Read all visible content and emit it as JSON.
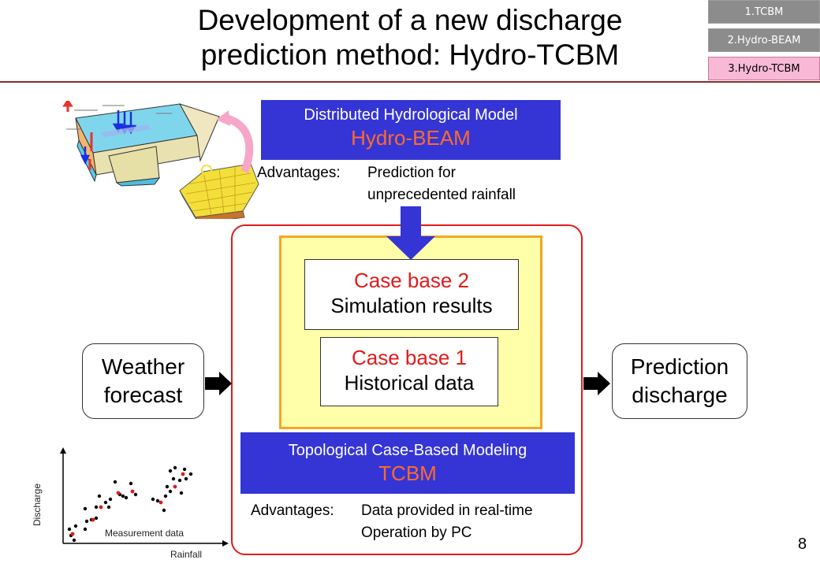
{
  "title": {
    "line1": "Development of a new discharge",
    "line2": "prediction method: Hydro-TCBM"
  },
  "nav": [
    {
      "label": "1.TCBM",
      "active": false
    },
    {
      "label": "2.Hydro-BEAM",
      "active": false
    },
    {
      "label": "3.Hydro-TCBM",
      "active": true
    }
  ],
  "hydro_beam": {
    "line1": "Distributed Hydrological Model",
    "line2": "Hydro-BEAM",
    "adv_label": "Advantages:",
    "adv_line1": "Prediction for",
    "adv_line2": "unprecedented rainfall"
  },
  "case_base_2": {
    "title": "Case base 2",
    "subtitle": "Simulation results"
  },
  "case_base_1": {
    "title": "Case base 1",
    "subtitle": "Historical data"
  },
  "weather": {
    "line1": "Weather",
    "line2": "forecast"
  },
  "prediction": {
    "line1": "Prediction",
    "line2": "discharge"
  },
  "tcbm": {
    "line1": "Topological Case-Based Modeling",
    "line2": "TCBM",
    "adv_label": "Advantages:",
    "adv_line1": "Data provided in real-time",
    "adv_line2": "Operation by PC"
  },
  "scatter": {
    "ylabel": "Discharge",
    "xlabel": "Rainfall",
    "caption": "Measurement data"
  },
  "page_number": "8",
  "colors": {
    "blue_box": "#3535d6",
    "accent_orange": "#ff6a2a",
    "frame_red": "#e01b1b",
    "yellow_fill": "#ffffaa",
    "yellow_border": "#f5a623",
    "title_rule": "#8b2a2a",
    "nav_active": "#f7b9d6",
    "nav_inactive": "#8c8c8c"
  }
}
